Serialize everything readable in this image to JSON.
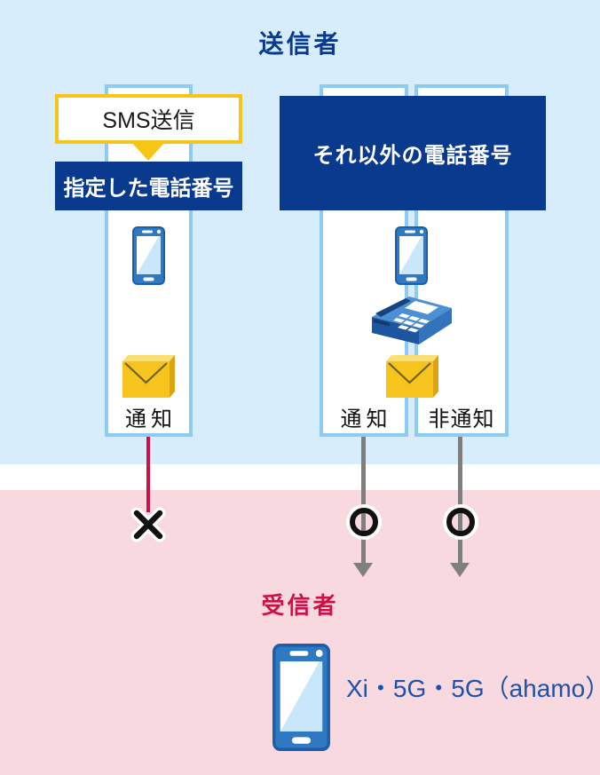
{
  "diagram": {
    "sender_title": "送信者",
    "receiver_title": "受信者",
    "left_flow": {
      "sms_label": "SMS送信",
      "specified_number_label": "指定した電話番号",
      "notify_label": "通知",
      "result_mark": "✕"
    },
    "right_flow": {
      "other_numbers_label": "それ以外の電話番号",
      "notify_label": "通知",
      "anonymous_label": "非通知",
      "result_mark": "○"
    },
    "receiver_device_label": "Xi・5G・5G（ahamo）"
  },
  "icons": {
    "smartphone": "smartphone-icon",
    "desk_phone": "desk-phone-icon",
    "envelope": "envelope-icon",
    "cross": "cross-mark-icon",
    "circle": "circle-mark-icon",
    "arrow_down": "arrow-down-icon"
  },
  "colors": {
    "background_top": "#d7edfb",
    "background_bottom": "#f7d9df",
    "navy": "#0a3a8e",
    "lane_border": "#8ecbf3",
    "yellow": "#f7c515",
    "red": "#cc1146",
    "gray": "#7f7f7f",
    "receiver_red": "#ce1046",
    "device_text_blue": "#1d52a8"
  }
}
